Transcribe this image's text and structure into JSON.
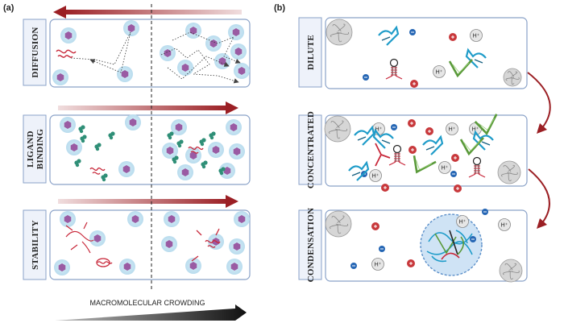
{
  "panels": {
    "a": {
      "label": "(a)"
    },
    "b": {
      "label": "(b)"
    }
  },
  "left": {
    "rows": [
      {
        "label": "DIFFUSION"
      },
      {
        "label": "LIGAND BINDING",
        "line1": "LIGAND",
        "line2": "BINDING"
      },
      {
        "label": "STABILITY"
      }
    ],
    "axis_label": "MACROMOLECULAR CROWDING"
  },
  "right": {
    "rows": [
      {
        "label": "DILUTE"
      },
      {
        "label": "CONCENTRATED"
      },
      {
        "label": "CONDENSATION"
      }
    ],
    "ion_label": "H⁺"
  },
  "colors": {
    "panel_border": "#8aa2c8",
    "label_box_fill": "#eef2fa",
    "red_arrow": "#9b1f24",
    "crowder_halo": "#c9e4f2",
    "crowder_core": "#9a5ba3",
    "ligand": "#2f8f77",
    "protein_red": "#c8283a",
    "blue_ion": "#2566b4",
    "red_ion": "#c8393c",
    "h_ion": "#e6e6e6",
    "green_protein": "#5a9a3a",
    "cyan_protein": "#1f9cc9",
    "condensate_fill": "#cfe3f5"
  }
}
